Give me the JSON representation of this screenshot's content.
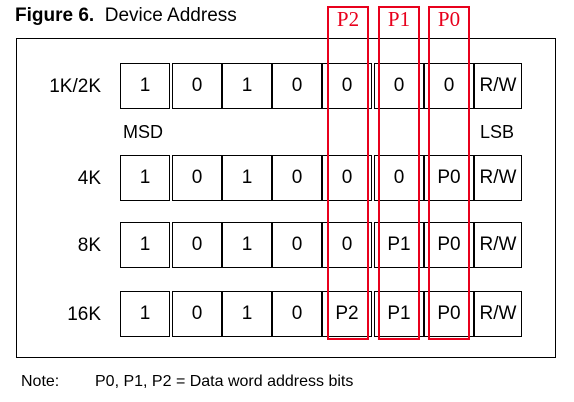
{
  "figure": {
    "label": "Figure 6.",
    "title": "Device Address"
  },
  "highlights": [
    "P2",
    "P1",
    "P0"
  ],
  "rows": [
    {
      "label": "1K/2K",
      "bits": [
        "1",
        "0",
        "1",
        "0",
        "0",
        "0",
        "0",
        "R/W"
      ]
    },
    {
      "label": "4K",
      "bits": [
        "1",
        "0",
        "1",
        "0",
        "0",
        "0",
        "P0",
        "R/W"
      ]
    },
    {
      "label": "8K",
      "bits": [
        "1",
        "0",
        "1",
        "0",
        "0",
        "P1",
        "P0",
        "R/W"
      ]
    },
    {
      "label": "16K",
      "bits": [
        "1",
        "0",
        "1",
        "0",
        "P2",
        "P1",
        "P0",
        "R/W"
      ]
    }
  ],
  "msd_label": "MSD",
  "lsb_label": "LSB",
  "note": {
    "prefix": "Note:",
    "text": "P0, P1, P2 = Data word address bits"
  },
  "colors": {
    "highlight": "#e8001c"
  }
}
